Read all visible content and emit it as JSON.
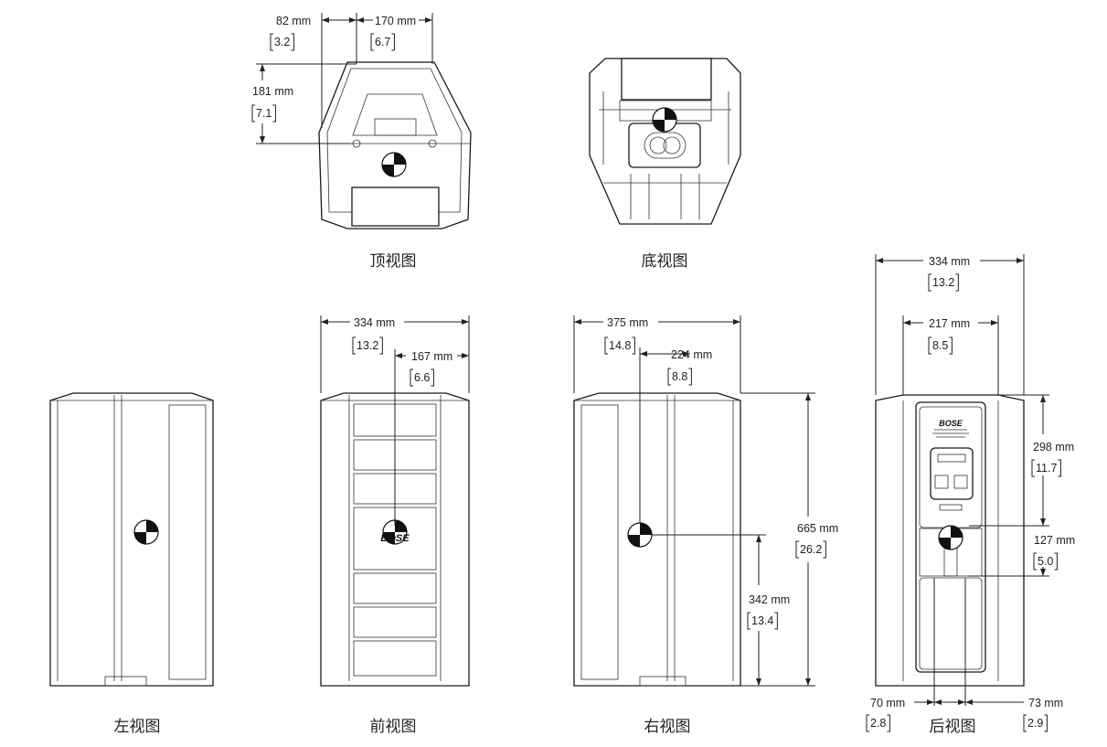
{
  "views": {
    "top": {
      "label": "顶视图",
      "dims": {
        "d1": "82 mm",
        "d1_in": "3.2",
        "d2": "170 mm",
        "d2_in": "6.7",
        "d3": "181 mm",
        "d3_in": "7.1"
      }
    },
    "bottom": {
      "label": "底视图"
    },
    "left": {
      "label": "左视图"
    },
    "front": {
      "label": "前视图",
      "dims": {
        "width": "334 mm",
        "width_in": "13.2",
        "half": "167 mm",
        "half_in": "6.6"
      }
    },
    "right": {
      "label": "右视图",
      "dims": {
        "depth": "375 mm",
        "depth_in": "14.8",
        "cog": "224 mm",
        "cog_in": "8.8",
        "height": "665 mm",
        "height_in": "26.2",
        "cog_h": "342 mm",
        "cog_h_in": "13.4"
      }
    },
    "rear": {
      "label": "后视图",
      "dims": {
        "width": "334 mm",
        "width_in": "13.2",
        "inner": "217 mm",
        "inner_in": "8.5",
        "upper": "298 mm",
        "upper_in": "11.7",
        "mount": "127 mm",
        "mount_in": "5.0",
        "left_off": "70 mm",
        "left_off_in": "2.8",
        "right_off": "73 mm",
        "right_off_in": "2.9"
      }
    }
  },
  "logo_text": "BOSE"
}
